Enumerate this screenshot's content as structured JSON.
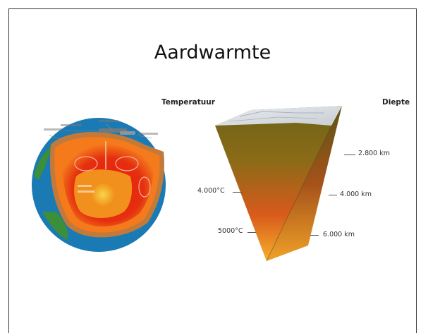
{
  "slide": {
    "title": "Aardwarmte",
    "column_headers": {
      "temperature": "Temperatuur",
      "depth": "Diepte"
    },
    "temperature_labels": [
      "4.000°C",
      "5000°C"
    ],
    "depth_labels": [
      "2.800 km",
      "4.000 km",
      "6.000 km"
    ]
  },
  "colors": {
    "ocean": "#1d7fb8",
    "land": "#3f8f3a",
    "mantle_outer": "#f06a1a",
    "mantle_inner": "#e01b10",
    "outer_core": "#f39a1a",
    "inner_core": "#f7c23a",
    "wedge_top": "#7a6a1c",
    "wedge_bottom": "#f2a31e"
  }
}
